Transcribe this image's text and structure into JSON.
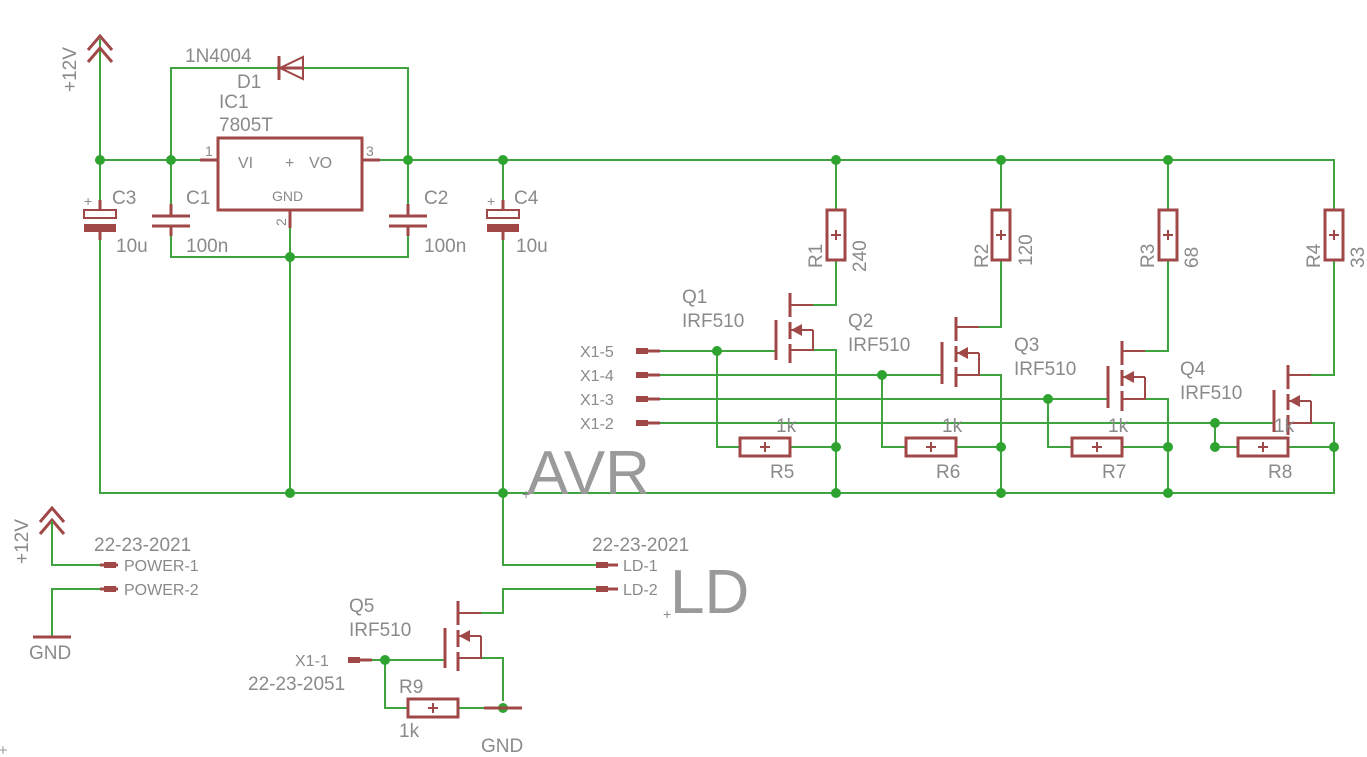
{
  "colors": {
    "wire": "#3fa33f",
    "junction": "#2fa32f",
    "component": "#a04848",
    "text": "#8a8a8a",
    "background": "#ffffff"
  },
  "supply": {
    "vcc_top": "+12V",
    "vcc_bottom": "+12V",
    "gnd_left": "GND",
    "gnd_bottom": "GND"
  },
  "diode": {
    "name": "D1",
    "value": "1N4004"
  },
  "regulator": {
    "name": "IC1",
    "value": "7805T",
    "pin_vi": "VI",
    "pin_vo": "VO",
    "pin_gnd": "GND",
    "pin_plus": "+",
    "pin1": "1",
    "pin2": "2",
    "pin3": "3"
  },
  "capacitors": [
    {
      "name": "C3",
      "value": "10u"
    },
    {
      "name": "C1",
      "value": "100n"
    },
    {
      "name": "C2",
      "value": "100n"
    },
    {
      "name": "C4",
      "value": "10u"
    }
  ],
  "load_resistors": [
    {
      "name": "R1",
      "value": "240"
    },
    {
      "name": "R2",
      "value": "120"
    },
    {
      "name": "R3",
      "value": "68"
    },
    {
      "name": "R4",
      "value": "33"
    }
  ],
  "gate_resistors": [
    {
      "name": "R5",
      "value": "1k"
    },
    {
      "name": "R6",
      "value": "1k"
    },
    {
      "name": "R7",
      "value": "1k"
    },
    {
      "name": "R8",
      "value": "1k"
    },
    {
      "name": "R9",
      "value": "1k"
    }
  ],
  "mosfets": [
    {
      "name": "Q1",
      "value": "IRF510"
    },
    {
      "name": "Q2",
      "value": "IRF510"
    },
    {
      "name": "Q3",
      "value": "IRF510"
    },
    {
      "name": "Q4",
      "value": "IRF510"
    },
    {
      "name": "Q5",
      "value": "IRF510"
    }
  ],
  "x1_pins": [
    "X1-5",
    "X1-4",
    "X1-3",
    "X1-2",
    "X1-1"
  ],
  "x1_part": "22-23-2051",
  "power_connector": {
    "part": "22-23-2021",
    "pin1": "POWER-1",
    "pin2": "POWER-2"
  },
  "ld_connector": {
    "part": "22-23-2021",
    "pin1": "LD-1",
    "pin2": "LD-2"
  },
  "frame_labels": {
    "avr": "AVR",
    "ld": "LD"
  },
  "misc": {
    "origin_plus": "+"
  }
}
